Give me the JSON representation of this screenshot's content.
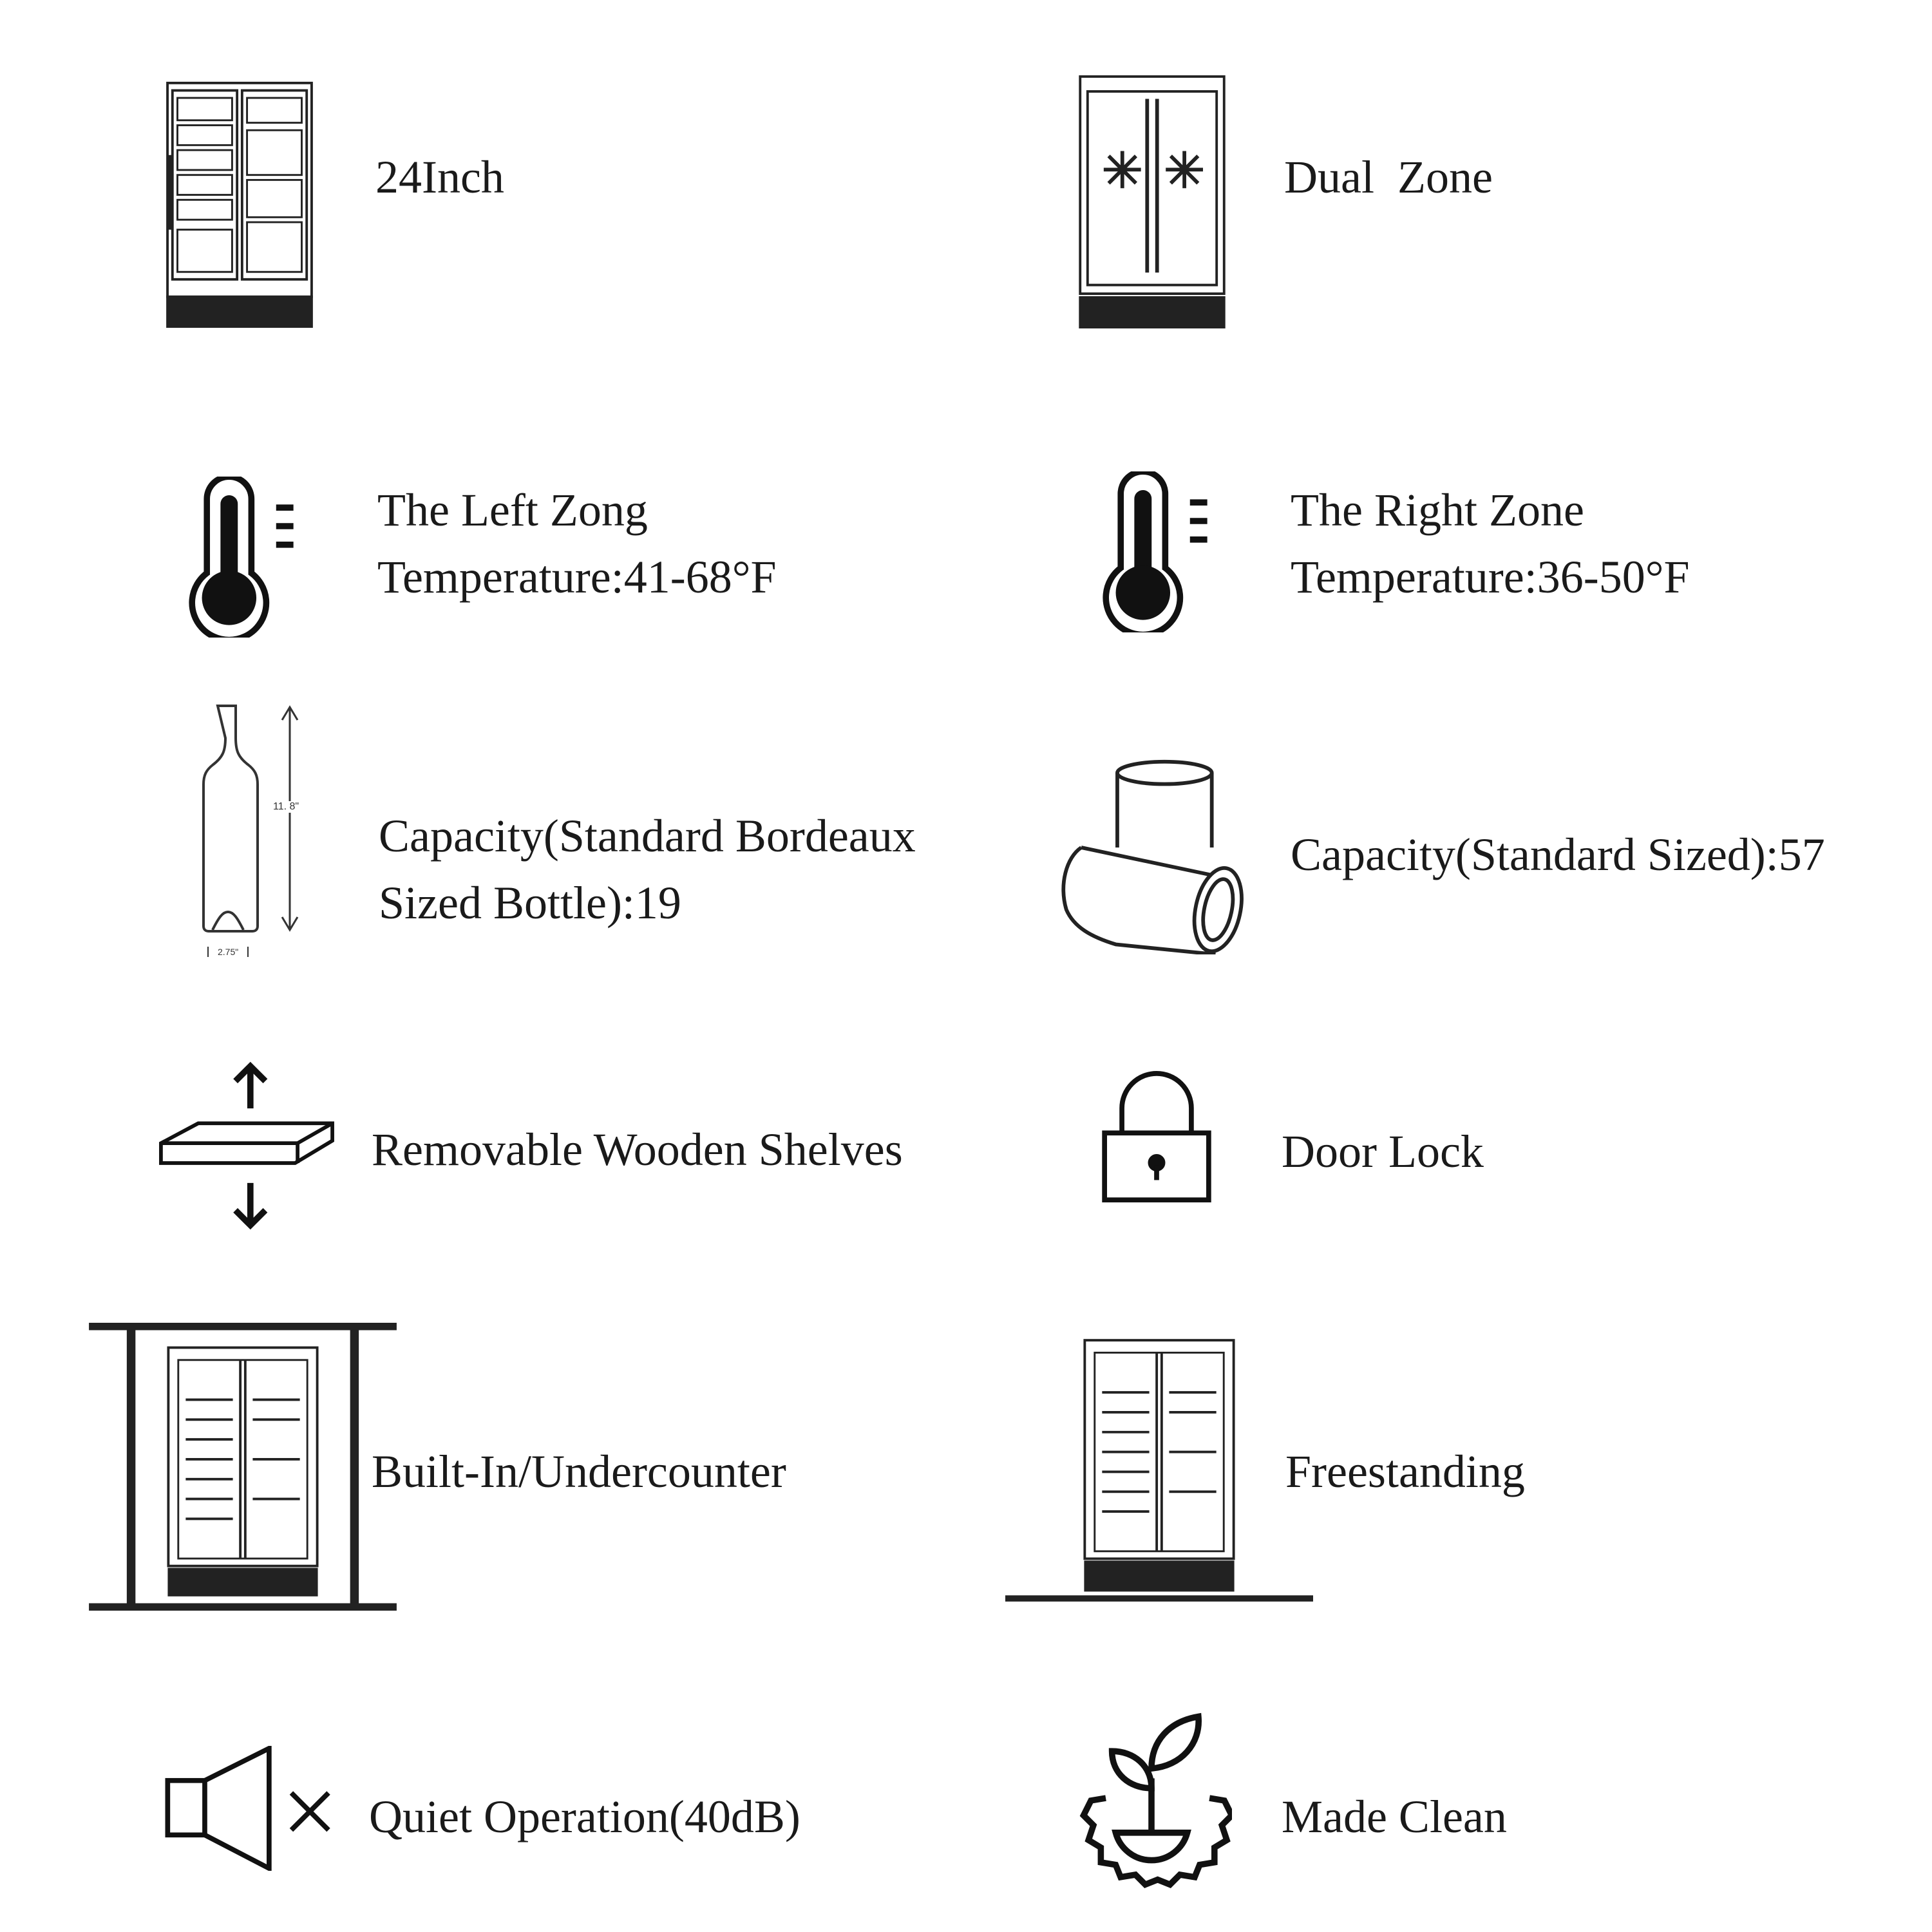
{
  "features": {
    "size": {
      "label": "24Inch",
      "icon": "fridge-icon"
    },
    "zones": {
      "label": "Dual  Zone",
      "icon": "dual-zone-fridge-icon"
    },
    "left_zone": {
      "line1": "The Left Zong",
      "line2": "Temperature:41-68°F",
      "icon": "thermometer-icon"
    },
    "right_zone": {
      "line1": "The Right Zone",
      "line2": "Temperature:36-50°F",
      "icon": "thermometer-icon"
    },
    "bottle_capacity": {
      "line1": "Capacity(Standard Bordeaux",
      "line2": "Sized Bottle):19",
      "height_label": "11. 8\"",
      "width_label": "2.75\"",
      "icon": "wine-bottle-icon"
    },
    "can_capacity": {
      "label": "Capacity(Standard Sized):57",
      "icon": "cans-icon"
    },
    "shelves": {
      "label": "Removable Wooden Shelves",
      "icon": "shelf-icon"
    },
    "lock": {
      "label": "Door Lock",
      "icon": "padlock-icon"
    },
    "built_in": {
      "label": "Built-In/Undercounter",
      "icon": "built-in-fridge-icon"
    },
    "freestanding": {
      "label": "Freestanding",
      "icon": "freestanding-fridge-icon"
    },
    "quiet": {
      "label": "Quiet Operation(40dB)",
      "icon": "muted-speaker-icon"
    },
    "clean": {
      "label": "Made Clean",
      "icon": "eco-gear-icon"
    }
  }
}
